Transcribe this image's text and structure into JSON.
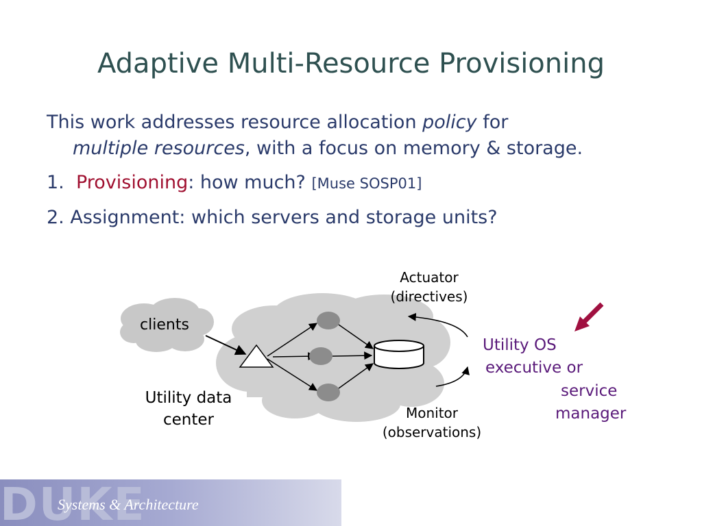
{
  "slide": {
    "title": "Adaptive Multi-Resource Provisioning"
  },
  "intro": {
    "part1": "This work addresses resource allocation ",
    "policy": "policy",
    "part2": " for",
    "multiple": "multiple resources",
    "part3": ", with a focus on memory & storage."
  },
  "item1": {
    "num": "1.  ",
    "keyword": "Provisioning",
    "rest": ": how much? ",
    "ref": "[Muse SOSP01]"
  },
  "item2": {
    "text": "2. Assignment: which servers and storage units?"
  },
  "diagram": {
    "clients": "clients",
    "center_line1": "Utility data",
    "center_line2": "center",
    "actuator_line1": "Actuator",
    "actuator_line2": "(directives)",
    "monitor_line1": "Monitor",
    "monitor_line2": "(observations)",
    "uos_line1": "Utility OS",
    "uos_line2": "executive  or",
    "uos_line3": "service",
    "uos_line4": "manager"
  },
  "footer": {
    "logo": "DUKE",
    "text": "Systems & Architecture"
  },
  "colors": {
    "title": "#2e5050",
    "body": "#2a3a6a",
    "highlight": "#a01030",
    "utility_os": "#5a1a7a",
    "arrow": "#a01040",
    "cloud": "#d0d0d0"
  }
}
